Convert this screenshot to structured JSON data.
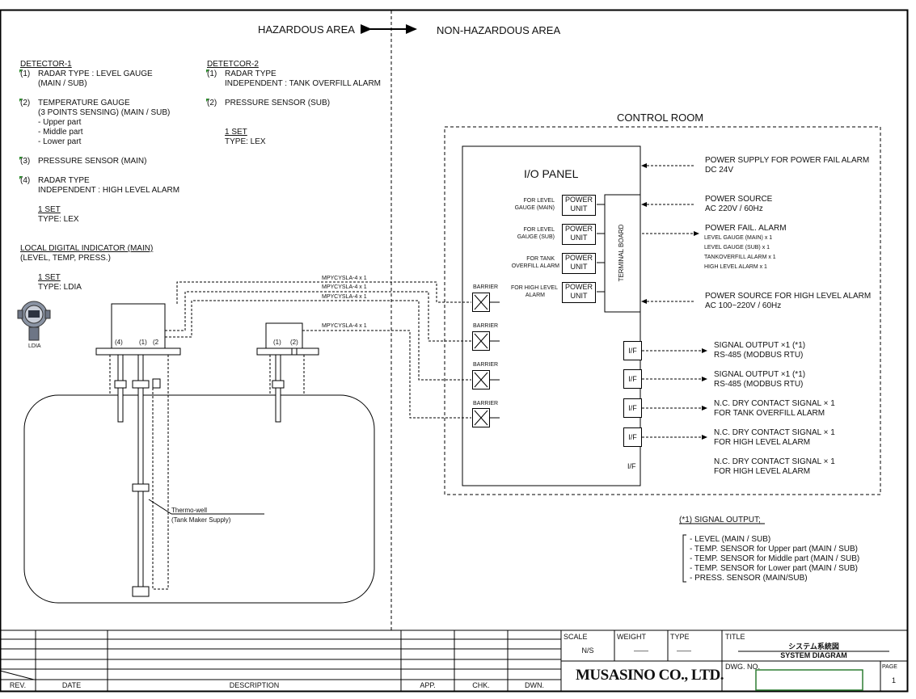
{
  "areas": {
    "hazardous": "HAZARDOUS AREA",
    "non_hazardous": "NON-HAZARDOUS AREA",
    "control_room": "CONTROL ROOM"
  },
  "detector1": {
    "title": "DETECTOR-1",
    "items": [
      {
        "num": "(1)",
        "lines": [
          "RADAR TYPE : LEVEL GAUGE",
          "(MAIN / SUB)"
        ]
      },
      {
        "num": "(2)",
        "lines": [
          "TEMPERATURE GAUGE",
          "(3 POINTS SENSING) (MAIN / SUB)",
          "- Upper part",
          "- Middle part",
          "- Lower part"
        ]
      },
      {
        "num": "(3)",
        "lines": [
          "PRESSURE SENSOR (MAIN)"
        ]
      },
      {
        "num": "(4)",
        "lines": [
          "RADAR TYPE",
          "INDEPENDENT : HIGH LEVEL ALARM"
        ]
      }
    ],
    "set": "1 SET",
    "type": "TYPE: LEX"
  },
  "detector2": {
    "title": "DETETCOR-2",
    "items": [
      {
        "num": "(1)",
        "lines": [
          "RADAR TYPE",
          "INDEPENDENT : TANK OVERFILL ALARM"
        ]
      },
      {
        "num": "(2)",
        "lines": [
          "PRESSURE SENSOR (SUB)"
        ]
      }
    ],
    "set": "1 SET",
    "type": "TYPE: LEX"
  },
  "indicator": {
    "title": "LOCAL DIGITAL INDICATOR (MAIN)",
    "subtitle": "(LEVEL, TEMP, PRESS.)",
    "set": "1 SET",
    "type": "TYPE: LDIA",
    "label": "LDIA"
  },
  "tank": {
    "det1_ports": [
      "(4)",
      "(1)",
      "(2"
    ],
    "det2_ports": [
      "(1)",
      "(2)"
    ],
    "thermowell": [
      "Thermo-well",
      "(Tank Maker Supply)"
    ]
  },
  "cables": [
    "MPYCYSLA-4 x 1",
    "MPYCYSLA-4 x 1",
    "MPYCYSLA-4 x 1",
    "MPYCYSLA-4 x 1"
  ],
  "barrier_label": "BARRIER",
  "io_panel": {
    "title": "I/O PANEL",
    "power_units": [
      {
        "label": [
          "FOR LEVEL",
          "GAUGE (MAIN)"
        ],
        "unit": [
          "POWER",
          "UNIT"
        ]
      },
      {
        "label": [
          "FOR LEVEL",
          "GAUGE (SUB)"
        ],
        "unit": [
          "POWER",
          "UNIT"
        ]
      },
      {
        "label": [
          "FOR TANK",
          "OVERFILL ALARM"
        ],
        "unit": [
          "POWER",
          "UNIT"
        ]
      },
      {
        "label": [
          "FOR HIGH LEVEL",
          "ALARM"
        ],
        "unit": [
          "POWER",
          "UNIT"
        ]
      }
    ],
    "terminal_board": "TERMINAL BOARD",
    "if_label": "I/F"
  },
  "outputs": {
    "power_fail_supply": [
      "POWER SUPPLY FOR POWER FAIL ALARM",
      "DC 24V"
    ],
    "power_source": [
      "POWER SOURCE",
      "AC 220V / 60Hz"
    ],
    "power_fail_alarm": "POWER FAIL. ALARM",
    "power_fail_items": [
      "LEVEL GAUGE (MAIN) x 1",
      "LEVEL GAUGE (SUB) x 1",
      "TANKOVERFILL ALARM x 1",
      "HIGH LEVEL ALARM x 1"
    ],
    "high_level_source": [
      "POWER SOURCE FOR HIGH LEVEL ALARM",
      "AC 100~220V / 60Hz"
    ],
    "signals": [
      [
        "SIGNAL OUTPUT ×1 (*1)",
        "RS-485 (MODBUS RTU)"
      ],
      [
        "SIGNAL OUTPUT ×1 (*1)",
        "RS-485 (MODBUS RTU)"
      ],
      [
        "N.C. DRY CONTACT SIGNAL × 1",
        "FOR TANK OVERFILL ALARM"
      ],
      [
        "N.C. DRY CONTACT SIGNAL × 1",
        "FOR HIGH LEVEL ALARM"
      ],
      [
        "N.C. DRY CONTACT SIGNAL × 1",
        "FOR HIGH LEVEL ALARM"
      ]
    ]
  },
  "note": {
    "title": "(*1) SIGNAL OUTPUT;",
    "items": [
      "- LEVEL (MAIN / SUB)",
      "- TEMP. SENSOR for Upper part (MAIN / SUB)",
      "- TEMP. SENSOR for Middle part (MAIN / SUB)",
      "- TEMP. SENSOR for Lower part (MAIN / SUB)",
      "- PRESS. SENSOR (MAIN/SUB)"
    ]
  },
  "title_block": {
    "rev": "REV.",
    "date": "DATE",
    "description": "DESCRIPTION",
    "app": "APP.",
    "chk": "CHK.",
    "dwn": "DWN.",
    "scale_label": "SCALE",
    "scale_value": "N/S",
    "weight_label": "WEIGHT",
    "weight_value": "——",
    "type_label": "TYPE",
    "type_value": "——",
    "title_label": "TITLE",
    "title_jp": "システム系統図",
    "title_en": "SYSTEM DIAGRAM",
    "company": "MUSASINO CO., LTD.",
    "dwg_label": "DWG. NO.",
    "page_label": "PAGE",
    "page_value": "1"
  },
  "colors": {
    "line": "#000000",
    "flag": "#2a8c2a",
    "dwg_box": "#2e7d32",
    "indicator_body": "#8a93a3"
  }
}
